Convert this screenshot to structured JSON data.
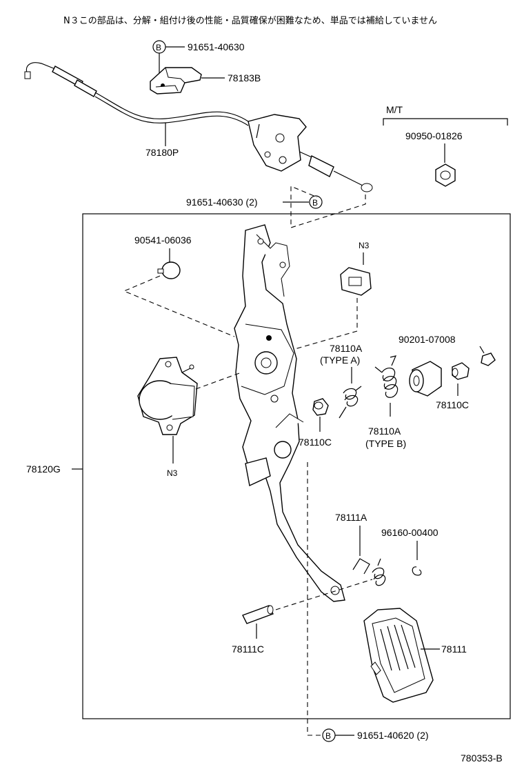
{
  "note": "N３この部品は、分解・組付け後の性能・品質確保が困難なため、単品では補給していません",
  "mt_label": "M/T",
  "callout_letter": "B",
  "drawing_id": "780353-B",
  "labels": {
    "p_91651_top": "91651-40630",
    "p_78183b": "78183B",
    "p_78180p": "78180P",
    "p_90950": "90950-01826",
    "p_91651_mid": "91651-40630 (2)",
    "p_90541": "90541-06036",
    "n3_upper": "N3",
    "p_78110a_a": "78110A",
    "type_a": "(TYPE A)",
    "p_90201": "90201-07008",
    "p_78110c_right": "78110C",
    "p_78110c_mid": "78110C",
    "p_78110a_b": "78110A",
    "type_b": "(TYPE B)",
    "p_78120g": "78120G",
    "n3_lower": "N3",
    "p_78111a": "78111A",
    "p_96160": "96160-00400",
    "p_78111c": "78111C",
    "p_78111": "78111",
    "p_91651_bottom": "91651-40620 (2)"
  }
}
